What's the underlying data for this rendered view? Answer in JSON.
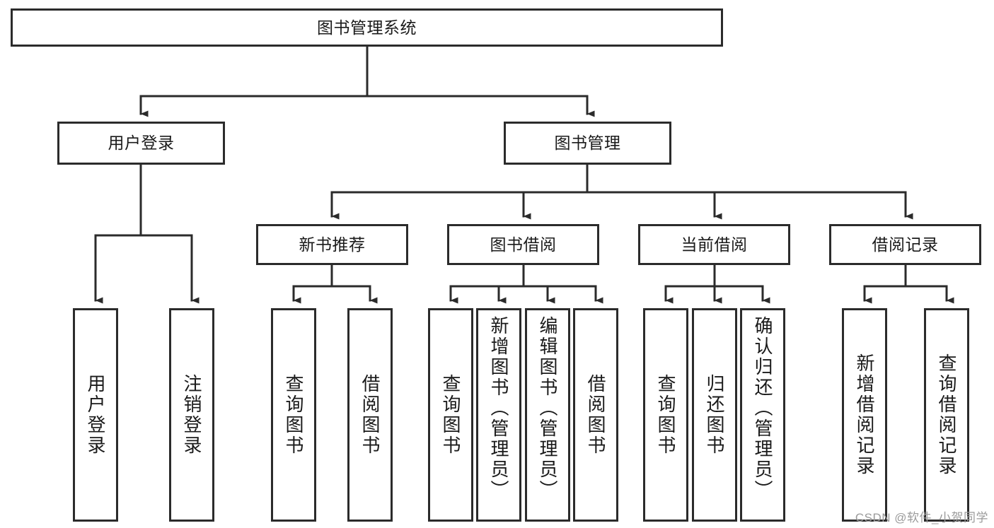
{
  "diagram": {
    "type": "tree-hierarchy-chart",
    "title": "图书管理系统",
    "watermark": "CSDN @软件_小贺同学",
    "colors": {
      "background": "#ffffff",
      "box_fill": "#ffffff",
      "box_border": "#2b2b2b",
      "connector": "#2b2b2b",
      "text": "#1a1a1a",
      "watermark": "#9b9b9b"
    },
    "nodes": {
      "root": {
        "label": "图书管理系统",
        "level": 1
      },
      "level2": [
        {
          "id": "user-login",
          "label": "用户登录"
        },
        {
          "id": "book-manage",
          "label": "图书管理"
        }
      ],
      "level3": [
        {
          "id": "new-book-recommend",
          "label": "新书推荐",
          "parent": "book-manage"
        },
        {
          "id": "book-borrow",
          "label": "图书借阅",
          "parent": "book-manage"
        },
        {
          "id": "current-borrow",
          "label": "当前借阅",
          "parent": "book-manage"
        },
        {
          "id": "borrow-record",
          "label": "借阅记录",
          "parent": "book-manage"
        }
      ],
      "leaves": [
        {
          "id": "leaf-user-login",
          "label": "用户登录",
          "parent": "user-login"
        },
        {
          "id": "leaf-logout",
          "label": "注销登录",
          "parent": "user-login"
        },
        {
          "id": "leaf-query-book-1",
          "label": "查询图书",
          "parent": "new-book-recommend"
        },
        {
          "id": "leaf-borrow-book-1",
          "label": "借阅图书",
          "parent": "new-book-recommend"
        },
        {
          "id": "leaf-query-book-2",
          "label": "查询图书",
          "parent": "book-borrow"
        },
        {
          "id": "leaf-add-book",
          "label": "新增图书（管理员）",
          "parent": "book-borrow"
        },
        {
          "id": "leaf-edit-book",
          "label": "编辑图书（管理员）",
          "parent": "book-borrow"
        },
        {
          "id": "leaf-borrow-book-2",
          "label": "借阅图书",
          "parent": "book-borrow"
        },
        {
          "id": "leaf-query-book-3",
          "label": "查询图书",
          "parent": "current-borrow"
        },
        {
          "id": "leaf-return-book",
          "label": "归还图书",
          "parent": "current-borrow"
        },
        {
          "id": "leaf-confirm-return",
          "label": "确认归还（管理员）",
          "parent": "current-borrow"
        },
        {
          "id": "leaf-add-record",
          "label": "新增借阅记录",
          "parent": "borrow-record"
        },
        {
          "id": "leaf-query-record",
          "label": "查询借阅记录",
          "parent": "borrow-record"
        }
      ]
    }
  }
}
